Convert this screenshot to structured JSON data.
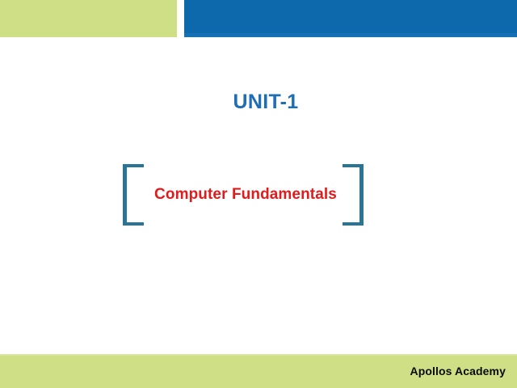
{
  "slide": {
    "unit_title": "UNIT-1",
    "main_title": "Computer Fundamentals",
    "footer_brand": "Apollos Academy",
    "colors": {
      "accent_green": "#cfdf85",
      "accent_blue": "#0d68ac",
      "unit_title_blue": "#1f6eb5",
      "title_red": "#e01b1b",
      "bracket_teal": "#2a7496",
      "footer_text": "#0a0a0a",
      "background": "#ffffff"
    }
  }
}
